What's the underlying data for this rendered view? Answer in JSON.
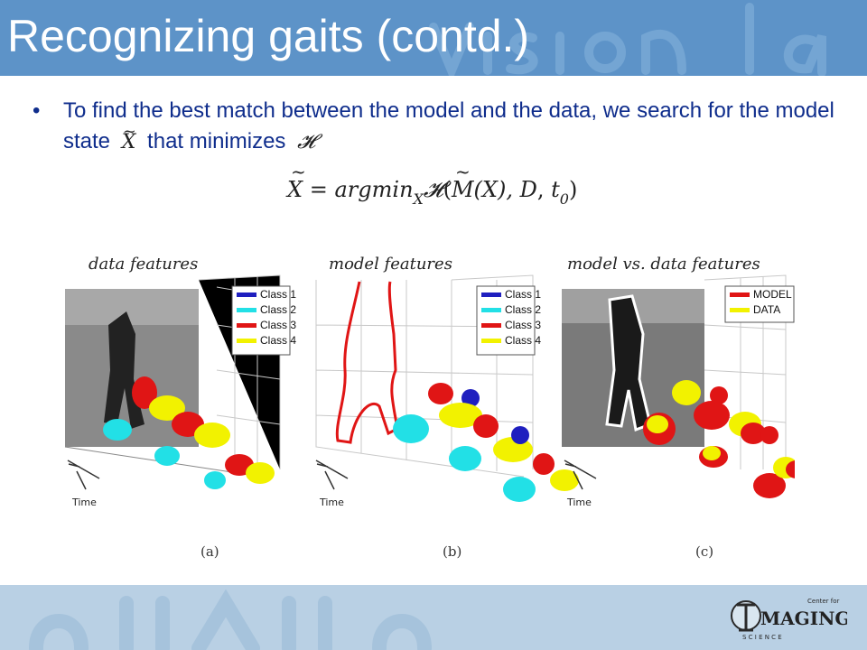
{
  "slide": {
    "title": "Recognizing gaits (contd.)",
    "bullet_marker": "•",
    "bullet_text_part1": "To find the best match between the model and the data, we search for the model state",
    "bullet_text_part2": "that minimizes",
    "math_state": "X",
    "math_cost": "𝓗",
    "equation": {
      "lhs": "X",
      "equals": "=",
      "fn": "argmin",
      "fn_sub": "X",
      "cost": "𝓗",
      "open": "(",
      "model": "M",
      "arg": "(X), ",
      "data": "D",
      "sep": ", ",
      "time": "t",
      "time_sub": "0",
      "close": ")"
    }
  },
  "panels": [
    {
      "title": "data features",
      "caption": "(a)",
      "axis_label": "Time",
      "legend": [
        {
          "label": "Class 1",
          "color": "#1f1fbf"
        },
        {
          "label": "Class 2",
          "color": "#22e0e6"
        },
        {
          "label": "Class 3",
          "color": "#e01515"
        },
        {
          "label": "Class 4",
          "color": "#f2f200"
        }
      ]
    },
    {
      "title": "model features",
      "caption": "(b)",
      "axis_label": "Time",
      "legend": [
        {
          "label": "Class 1",
          "color": "#1f1fbf"
        },
        {
          "label": "Class 2",
          "color": "#22e0e6"
        },
        {
          "label": "Class 3",
          "color": "#e01515"
        },
        {
          "label": "Class 4",
          "color": "#f2f200"
        }
      ]
    },
    {
      "title": "model vs. data features",
      "caption": "(c)",
      "axis_label": "Time",
      "legend": [
        {
          "label": "MODEL",
          "color": "#e01515"
        },
        {
          "label": "DATA",
          "color": "#f2f200"
        }
      ]
    }
  ],
  "footer": {
    "logo_top": "Center for",
    "logo_main": "MAGING",
    "logo_bottom": "S C I E N C E"
  },
  "colors": {
    "header": "#5d93c8",
    "footer": "#b9d0e4",
    "bullet_text": "#0f2d8c"
  }
}
